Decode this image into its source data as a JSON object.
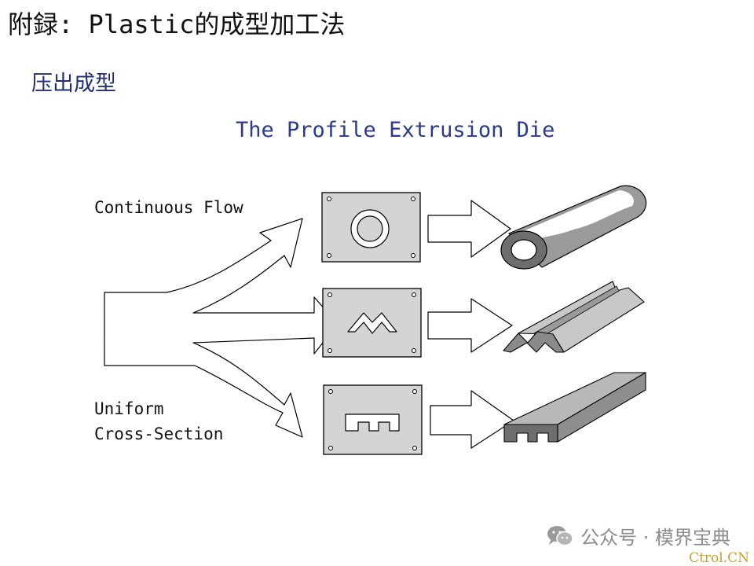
{
  "page": {
    "title": "附録: Plastic的成型加工法",
    "section": "压出成型",
    "diagram_title": "The Profile Extrusion Die"
  },
  "labels": {
    "continuous_flow": "Continuous Flow",
    "uniform_line1": "Uniform",
    "uniform_line2": "Cross-Section"
  },
  "watermark": {
    "icon": "wechat-icon",
    "text": "公众号 · 模界宝典"
  },
  "credit": "Ctrol.CN",
  "colors": {
    "die_plate": "#d4d4d4",
    "extrudate": "#9a9a9a",
    "extrudate_shadow": "#6e6e6e",
    "outline": "#000000",
    "title_blue": "#2a3a8c"
  }
}
